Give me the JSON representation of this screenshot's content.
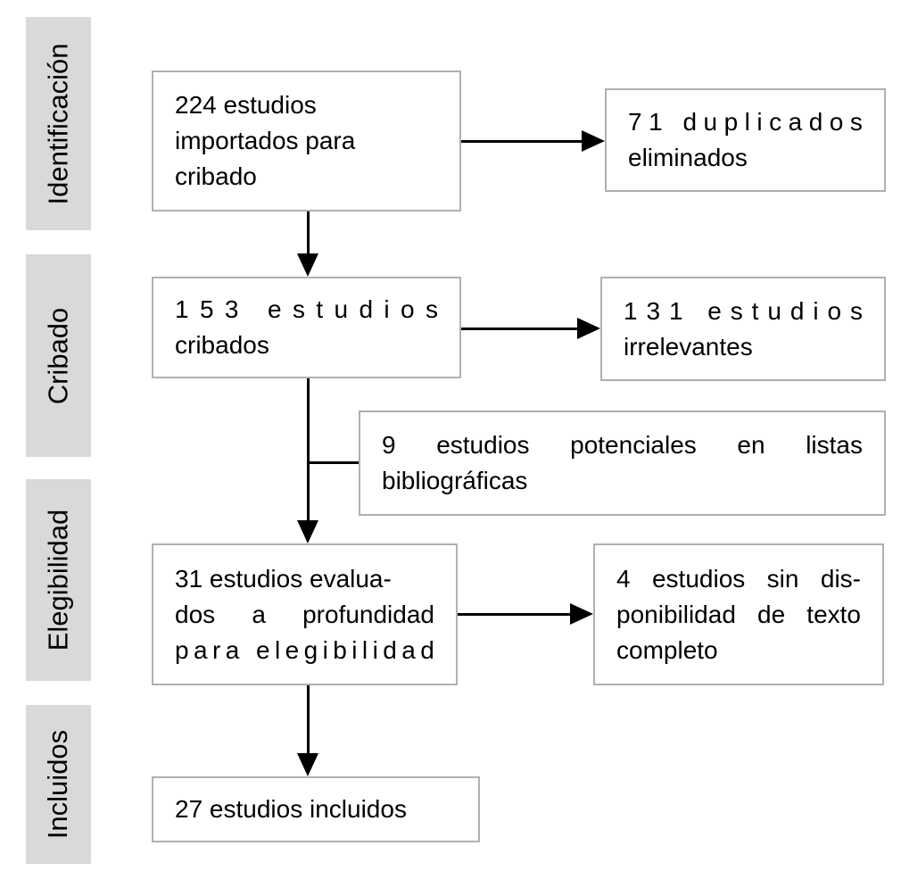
{
  "colors": {
    "background": "#ffffff",
    "stage_band": "#d9d9d9",
    "box_border": "#b0b0b0",
    "arrow": "#000000",
    "text": "#000000"
  },
  "stages": [
    {
      "label": "Identificación"
    },
    {
      "label": "Cribado"
    },
    {
      "label": "Elegibilidad"
    },
    {
      "label": "Incluidos"
    }
  ],
  "counts": {
    "imported": 224,
    "duplicates_removed": 71,
    "screened": 153,
    "irrelevant": 131,
    "from_reference_lists": 9,
    "assessed_full_text": 31,
    "no_full_text": 4,
    "included": 27
  },
  "boxes": {
    "imported": {
      "text": "224 estudios importados para cribado",
      "lines": [
        "224 estudios",
        "importados para",
        "cribado"
      ]
    },
    "duplicates": {
      "text": "71 duplicados eliminados",
      "lines": [
        "71 duplicados",
        "eliminados"
      ]
    },
    "screened": {
      "text": "153 estudios cribados",
      "lines": [
        "153 estudios",
        "cribados"
      ]
    },
    "irrelevant": {
      "text": "131 estudios irrelevantes",
      "lines": [
        "131 estudios",
        "irrelevantes"
      ]
    },
    "potential": {
      "text": "9 estudios potenciales en listas bibliográficas",
      "lines": [
        "9 estudios potenciales en listas",
        "bibliográficas"
      ]
    },
    "assessed": {
      "text": "31 estudios evaluados a profundidad para elegibilidad",
      "lines": [
        "31 estudios evalua-",
        "dos a profundidad",
        "para elegibilidad"
      ]
    },
    "no_fulltext": {
      "text": "4 estudios sin disponibilidad de texto completo",
      "lines": [
        "4 estudios sin dis-",
        "ponibilidad de texto",
        "completo"
      ]
    },
    "included": {
      "text": "27 estudios incluidos",
      "lines": [
        "27 estudios incluidos"
      ]
    }
  },
  "edges": [
    {
      "from": "imported",
      "to": "duplicates"
    },
    {
      "from": "imported",
      "to": "screened"
    },
    {
      "from": "screened",
      "to": "irrelevant"
    },
    {
      "from": "screened",
      "to": "assessed"
    },
    {
      "from": "potential",
      "to": "assessed"
    },
    {
      "from": "assessed",
      "to": "no_fulltext"
    },
    {
      "from": "assessed",
      "to": "included"
    }
  ]
}
